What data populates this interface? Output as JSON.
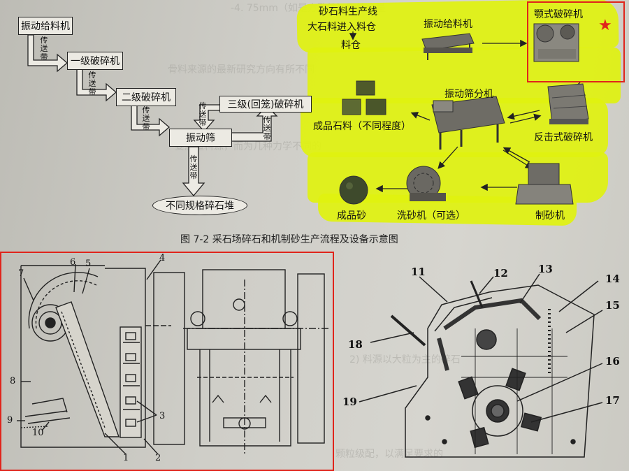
{
  "flowchart": {
    "nodes": {
      "feeder": "振动给料机",
      "primary": "一级破碎机",
      "secondary": "二级破碎机",
      "tertiary": "三级(回笼)破碎机",
      "screen": "振动筛",
      "product": "不同规格碎石堆"
    },
    "conveyor_label": "传送带"
  },
  "process": {
    "title_line1": "砂石料生产线",
    "title_line2": "大石料进入料仓",
    "bin": "料仓",
    "feeder": "振动给料机",
    "jaw": "颚式破碎机",
    "impact": "反击式破碎机",
    "screen": "振动筛分机",
    "finished_stone": "成品石料（不同程度）",
    "sand_maker": "制砂机",
    "sand_washer": "洗砂机（可选）",
    "finished_sand": "成品砂",
    "star_mark": "★"
  },
  "caption": "图 7-2  采石场碎石和机制砂生产流程及设备示意图",
  "jaw_crusher_labels": [
    "1",
    "2",
    "3",
    "4",
    "5",
    "6",
    "7",
    "8",
    "9",
    "10"
  ],
  "impact_crusher_labels": [
    "11",
    "12",
    "13",
    "14",
    "15",
    "16",
    "17",
    "18",
    "19"
  ],
  "bleed_text": [
    "-4. 75mm（如是方孔筛）颗粒含量",
    "骨料来源的最新研究方向有所不同",
    "要质量料源，而为几种力学不同的",
    "2) 料源以大粒为主的碎石",
    "颗粒级配，以满足要求的"
  ],
  "colors": {
    "highlight": "#dff20f",
    "red_box": "#e0241b",
    "ink": "#111111"
  }
}
